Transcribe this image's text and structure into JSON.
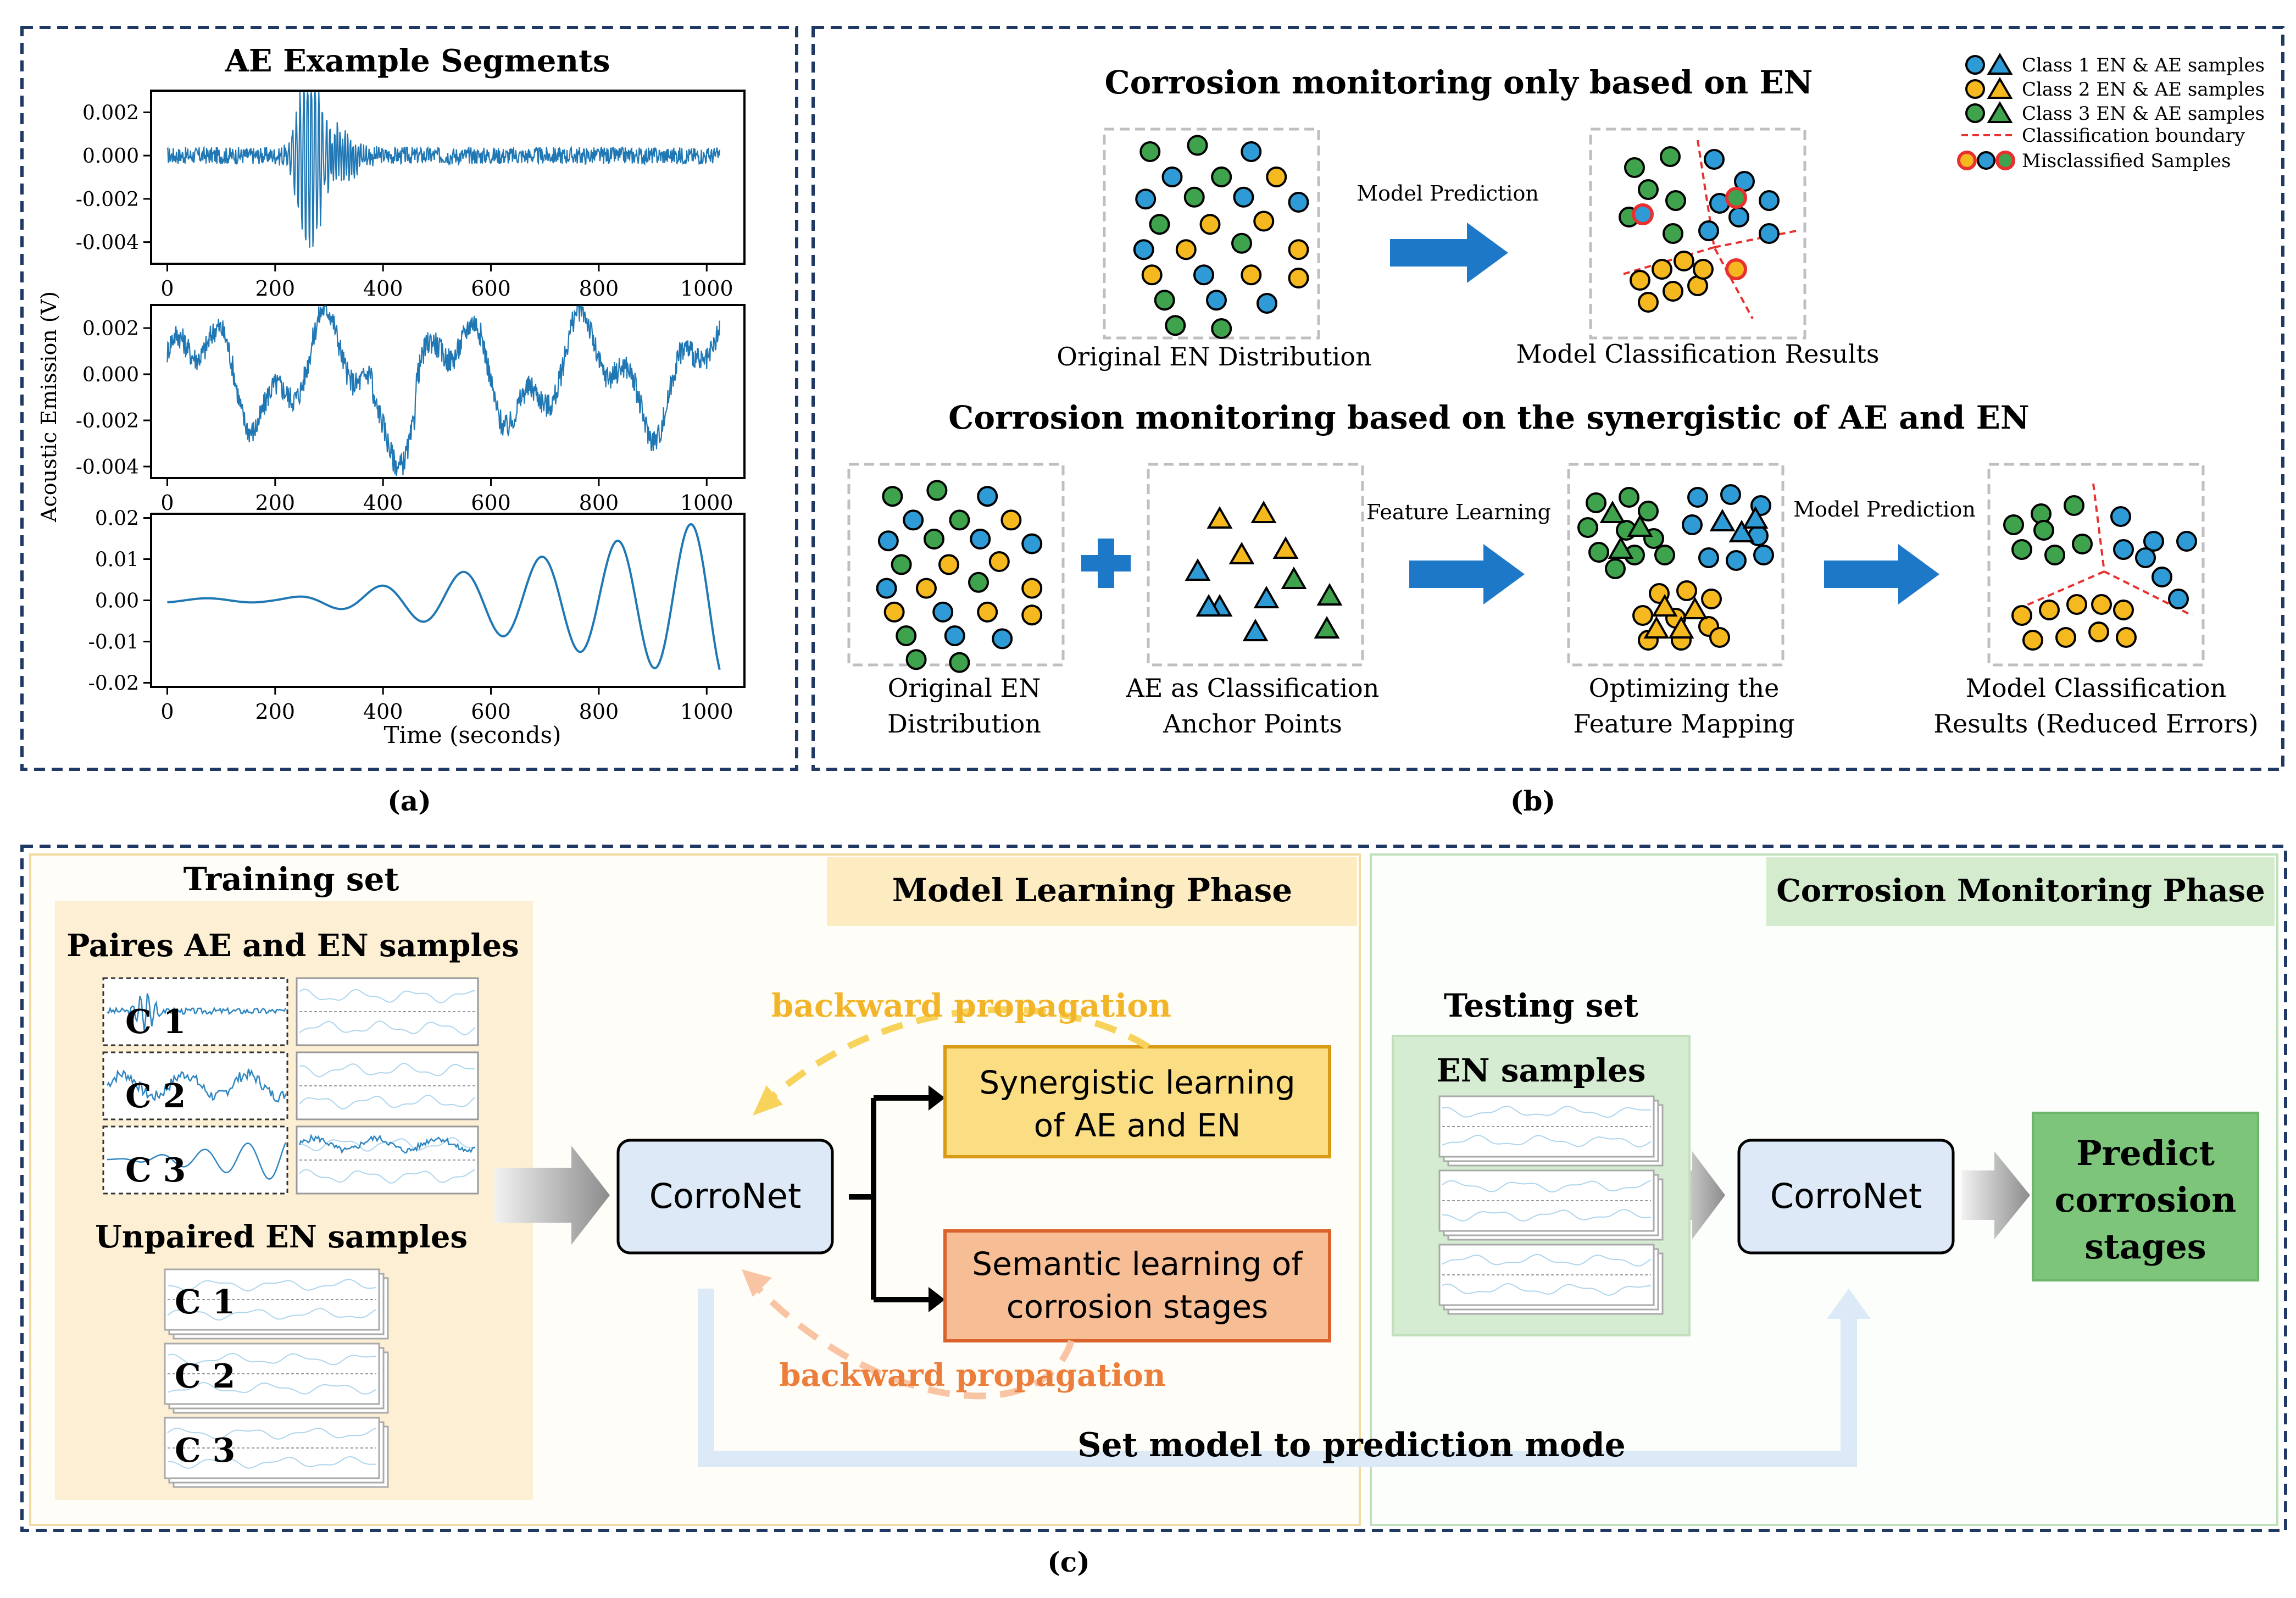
{
  "panel_a": {
    "title": "AE Example Segments",
    "ylabel": "Acoustic Emission (V)",
    "xlabel": "Time (seconds)",
    "caption": "(a)",
    "x_ticks": [
      "0",
      "200",
      "400",
      "600",
      "800",
      "1000"
    ],
    "plots": [
      {
        "ylim": [
          -0.005,
          0.003
        ],
        "y_ticks": [
          "0.002",
          "0.000",
          "-0.002",
          "-0.004"
        ],
        "y_values": [
          0.002,
          0.0,
          -0.002,
          -0.004
        ]
      },
      {
        "ylim": [
          -0.0045,
          0.003
        ],
        "y_ticks": [
          "0.002",
          "0.000",
          "-0.002",
          "-0.004"
        ],
        "y_values": [
          0.002,
          0.0,
          -0.002,
          -0.004
        ]
      },
      {
        "ylim": [
          -0.021,
          0.021
        ],
        "y_ticks": [
          "0.02",
          "0.01",
          "0.00",
          "-0.01",
          "-0.02"
        ],
        "y_values": [
          0.02,
          0.01,
          0.0,
          -0.01,
          -0.02
        ]
      }
    ],
    "line_color": "#1f77b4"
  },
  "panel_b": {
    "caption": "(b)",
    "top_title": "Corrosion monitoring only based on EN",
    "bottom_title": "Corrosion monitoring based on the synergistic of AE and EN",
    "legend": [
      "Class 1 EN & AE samples",
      "Class 2 EN & AE samples",
      "Class 3 EN & AE samples",
      "Classification boundary",
      "Misclassified Samples"
    ],
    "labels": {
      "orig_en_top": "Original EN Distribution",
      "model_pred_top": "Model Prediction",
      "model_class_top": "Model Classification Results",
      "orig_en_1": "Original EN",
      "orig_en_2": "Distribution",
      "ae_anchor_1": "AE as Classification",
      "ae_anchor_2": "Anchor Points",
      "feature_learning": "Feature Learning",
      "opt_1": "Optimizing the",
      "opt_2": "Feature Mapping",
      "model_pred_bottom": "Model Prediction",
      "res_1": "Model Classification",
      "res_2": "Results (Reduced Errors)"
    },
    "colors": {
      "class1": "#2e9ad6",
      "class2": "#f6b81f",
      "class3": "#3fa34d",
      "boundary": "#e8302e",
      "arrow": "#1e78c8"
    }
  },
  "panel_c": {
    "caption": "(c)",
    "learning_phase": "Model Learning Phase",
    "monitoring_phase": "Corrosion Monitoring Phase",
    "training_set": "Training set",
    "paired": "Paires AE and EN samples",
    "unpaired": "Unpaired  EN samples",
    "classes": [
      "C 1",
      "C 2",
      "C 3"
    ],
    "corronet": "CorroNet",
    "synergistic_1": "Synergistic learning",
    "synergistic_2": "of AE and EN",
    "semantic_1": "Semantic learning of",
    "semantic_2": "corrosion stages",
    "backprop_top": "backward propagation",
    "backprop_bottom": "backward propagation",
    "testing_set": "Testing set",
    "en_samples": "EN samples",
    "predict_1": "Predict",
    "predict_2": "corrosion",
    "predict_3": "stages",
    "set_mode": "Set model to prediction mode",
    "colors": {
      "learn_bg": "#fdf1d6",
      "monitor_bg": "#e2f1de",
      "corronet": "#dde9f6",
      "syn": "#fbde83",
      "sem": "#f7bd95",
      "predict": "#7cc57a",
      "backprop_yellow": "#f2b52a",
      "backprop_orange": "#ec7d3a"
    }
  }
}
